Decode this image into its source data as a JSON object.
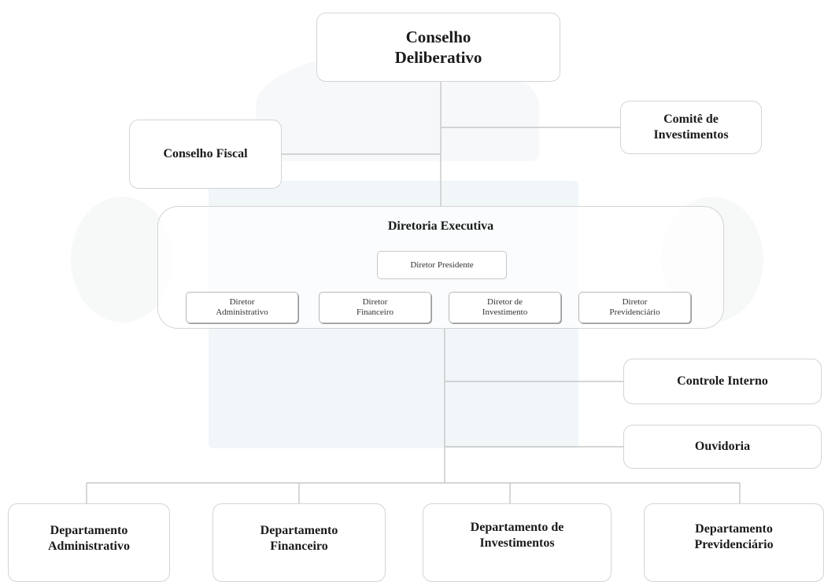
{
  "nodes": {
    "conselho_deliberativo": [
      "Conselho",
      "Deliberativo"
    ],
    "conselho_fiscal": "Conselho Fiscal",
    "comite_investimentos": [
      "Comitê de",
      "Investimentos"
    ],
    "diretoria_executiva": {
      "title": "Diretoria Executiva",
      "presidente": "Diretor Presidente",
      "diretores": [
        [
          "Diretor",
          "Administrativo"
        ],
        [
          "Diretor",
          "Financeiro"
        ],
        [
          "Diretor de",
          "Investimento"
        ],
        [
          "Diretor",
          "Previdenciário"
        ]
      ]
    },
    "controle_interno": "Controle Interno",
    "ouvidoria": "Ouvidoria",
    "departamentos": [
      [
        "Departamento",
        "Administrativo"
      ],
      [
        "Departamento",
        "Financeiro"
      ],
      [
        "Departamento de",
        "Investimentos"
      ],
      [
        "Departamento",
        "Previdenciário"
      ]
    ]
  }
}
